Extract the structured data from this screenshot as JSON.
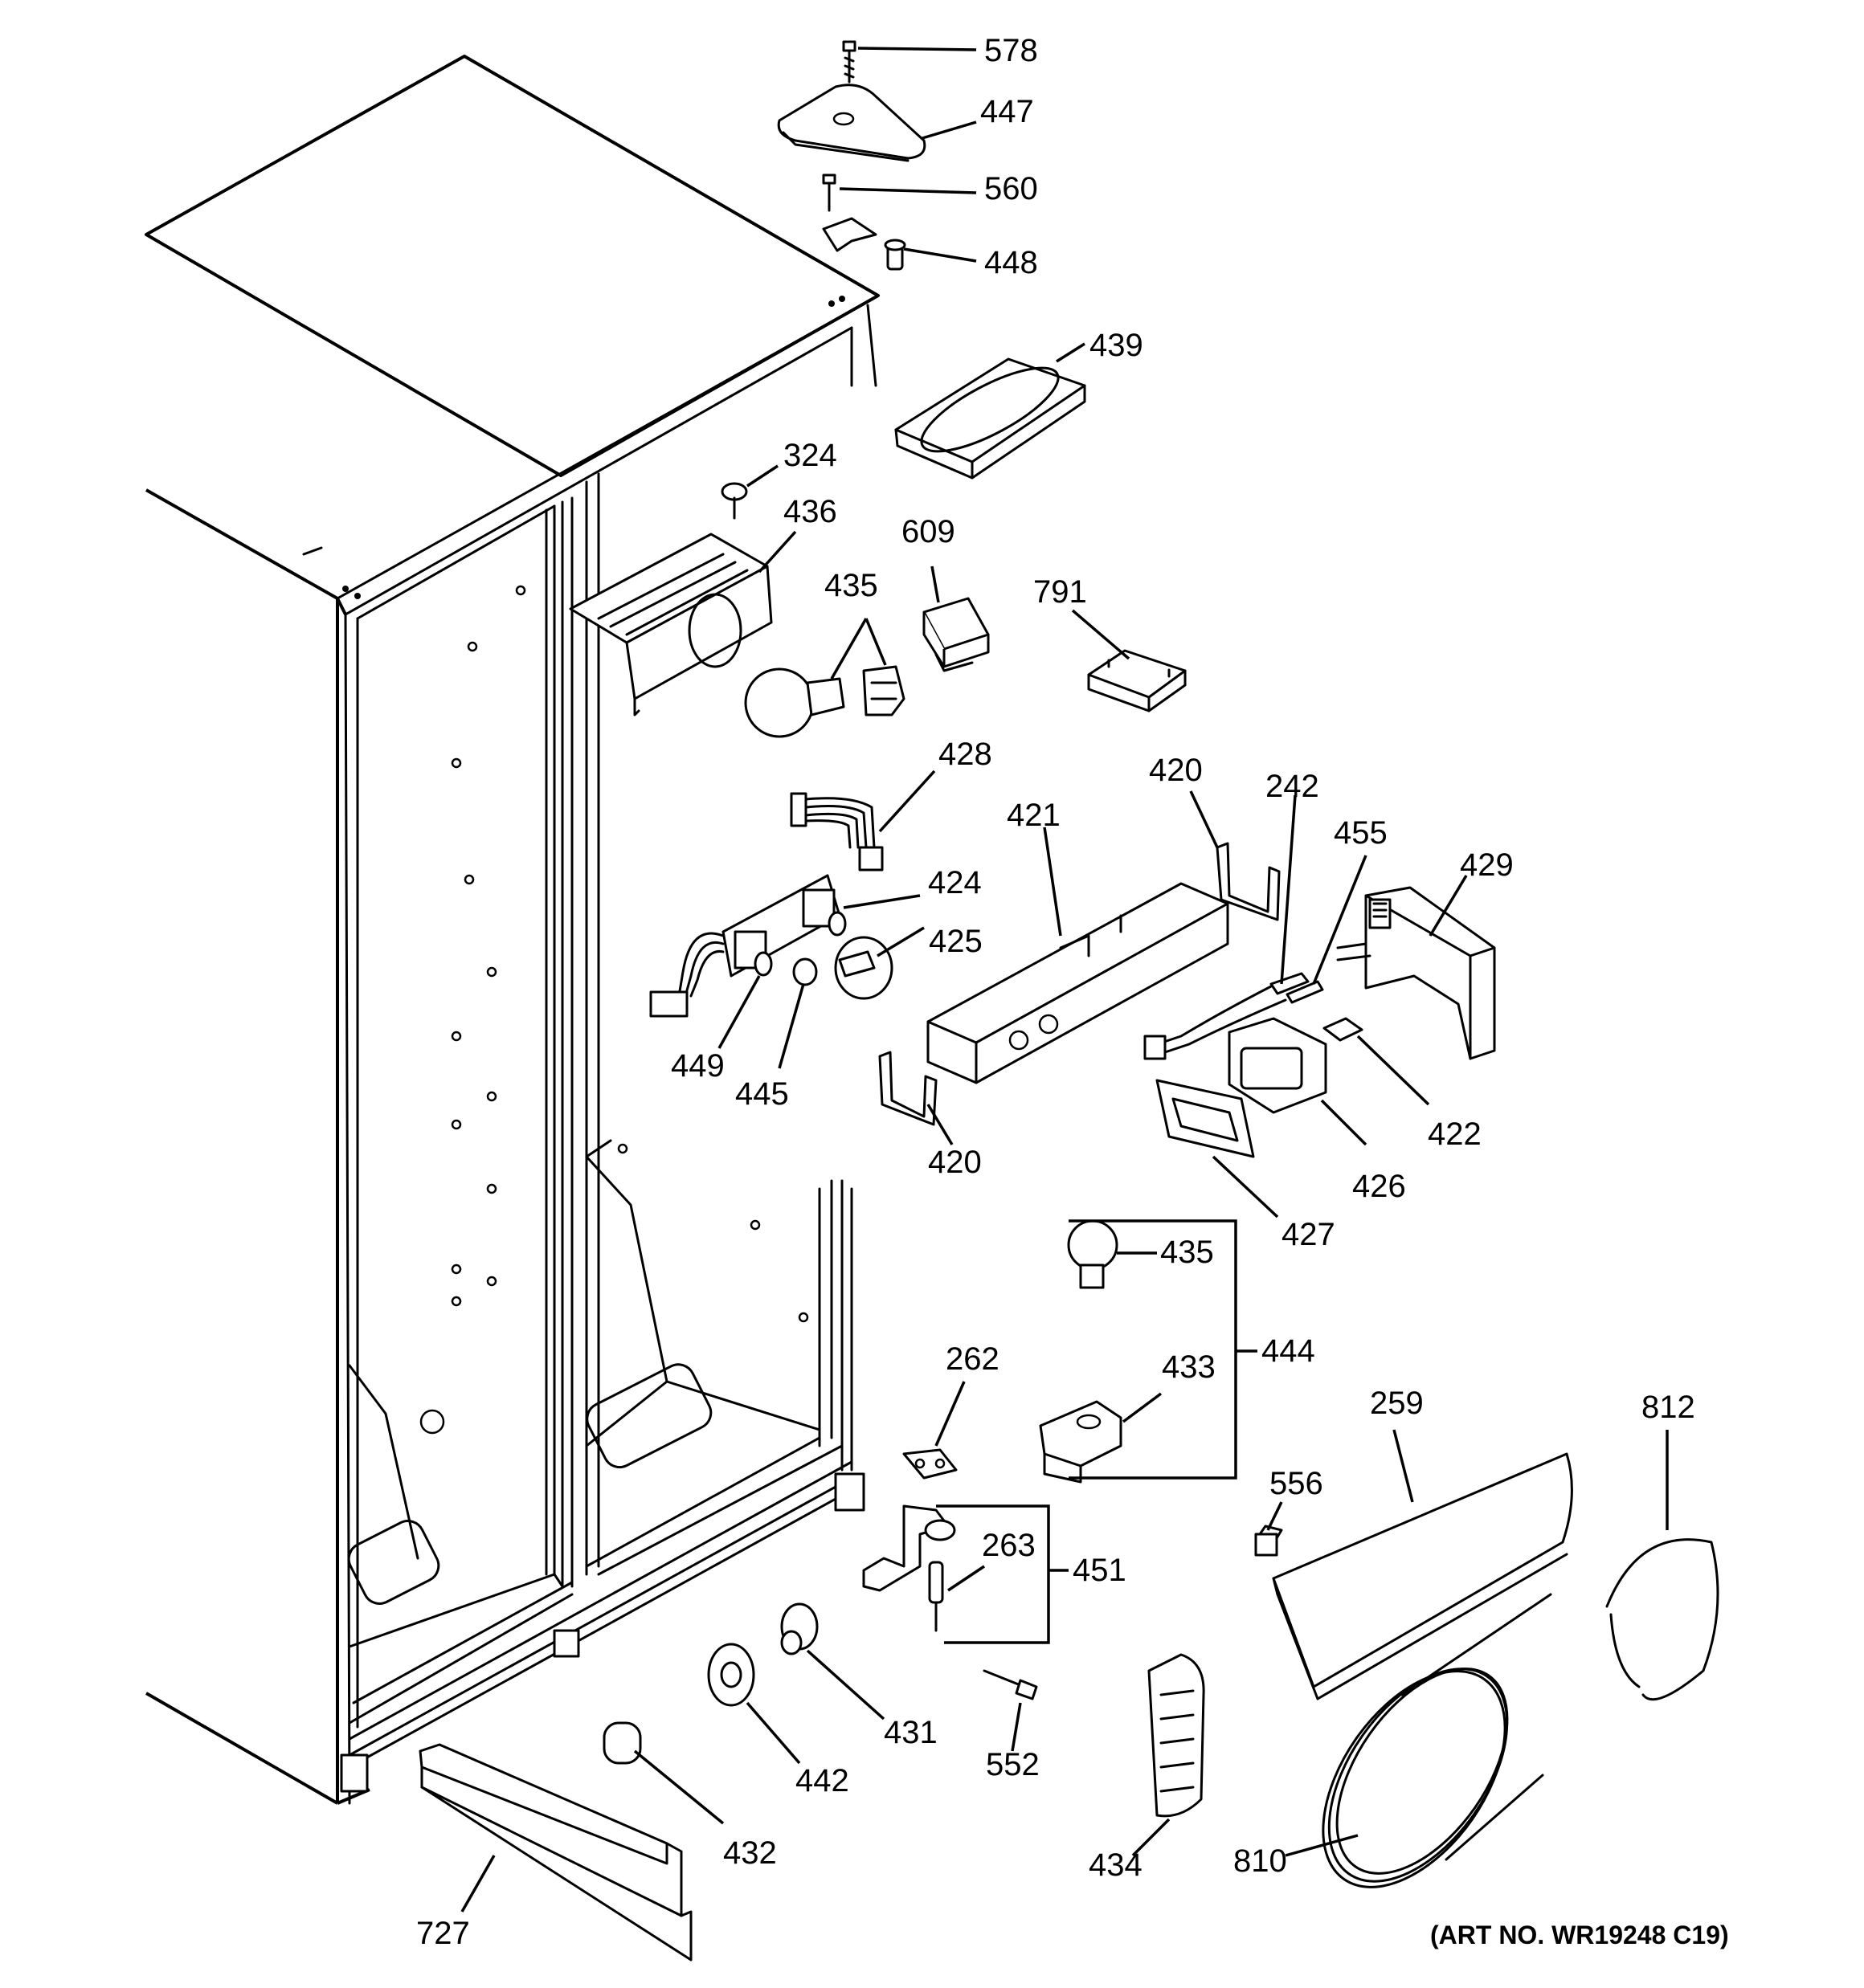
{
  "diagram": {
    "art_number": "(ART NO. WR19248 C19)",
    "callouts": [
      {
        "id": "578",
        "label": "578"
      },
      {
        "id": "447",
        "label": "447"
      },
      {
        "id": "560",
        "label": "560"
      },
      {
        "id": "448",
        "label": "448"
      },
      {
        "id": "439",
        "label": "439"
      },
      {
        "id": "324",
        "label": "324"
      },
      {
        "id": "436",
        "label": "436"
      },
      {
        "id": "609",
        "label": "609"
      },
      {
        "id": "435a",
        "label": "435"
      },
      {
        "id": "791",
        "label": "791"
      },
      {
        "id": "428",
        "label": "428"
      },
      {
        "id": "420a",
        "label": "420"
      },
      {
        "id": "242",
        "label": "242"
      },
      {
        "id": "455",
        "label": "455"
      },
      {
        "id": "421",
        "label": "421"
      },
      {
        "id": "429",
        "label": "429"
      },
      {
        "id": "424",
        "label": "424"
      },
      {
        "id": "425",
        "label": "425"
      },
      {
        "id": "449",
        "label": "449"
      },
      {
        "id": "445",
        "label": "445"
      },
      {
        "id": "422",
        "label": "422"
      },
      {
        "id": "420b",
        "label": "420"
      },
      {
        "id": "426",
        "label": "426"
      },
      {
        "id": "427",
        "label": "427"
      },
      {
        "id": "435b",
        "label": "435"
      },
      {
        "id": "444",
        "label": "444"
      },
      {
        "id": "262",
        "label": "262"
      },
      {
        "id": "433",
        "label": "433"
      },
      {
        "id": "259",
        "label": "259"
      },
      {
        "id": "812",
        "label": "812"
      },
      {
        "id": "556",
        "label": "556"
      },
      {
        "id": "263",
        "label": "263"
      },
      {
        "id": "451",
        "label": "451"
      },
      {
        "id": "431",
        "label": "431"
      },
      {
        "id": "442",
        "label": "442"
      },
      {
        "id": "552",
        "label": "552"
      },
      {
        "id": "432",
        "label": "432"
      },
      {
        "id": "434",
        "label": "434"
      },
      {
        "id": "810",
        "label": "810"
      },
      {
        "id": "727",
        "label": "727"
      }
    ]
  }
}
